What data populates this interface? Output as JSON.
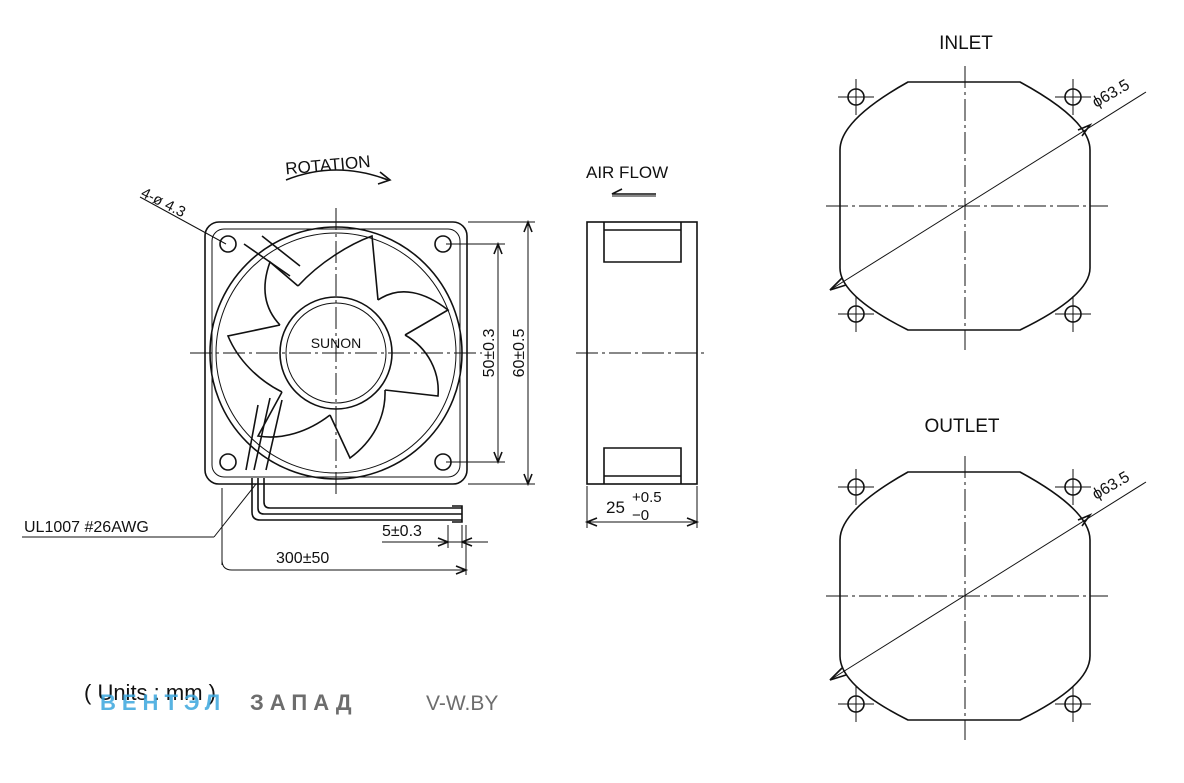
{
  "front_view": {
    "rotation_label": "ROTATION",
    "hole_label": "4-ø 4.3",
    "brand_label": "SUNON",
    "dim_hole_pitch": "50±0.3",
    "dim_size": "60±0.5",
    "wire_label": "UL1007 #26AWG",
    "dim_wire_strip": "5±0.3",
    "dim_wire_length": "300±50"
  },
  "side_view": {
    "airflow_label": "AIR FLOW",
    "dim_depth_nominal": "25",
    "dim_depth_plus": "+0.5",
    "dim_depth_minus": "−0"
  },
  "inlet_view": {
    "title": "INLET",
    "diameter": "ϕ63.5"
  },
  "outlet_view": {
    "title": "OUTLET",
    "diameter": "ϕ63.5"
  },
  "units_note": "( Units : mm )",
  "watermark": {
    "part1": "ВЕНТЭЛ",
    "part2": "ЗАПАД",
    "site": "V-W.BY"
  }
}
